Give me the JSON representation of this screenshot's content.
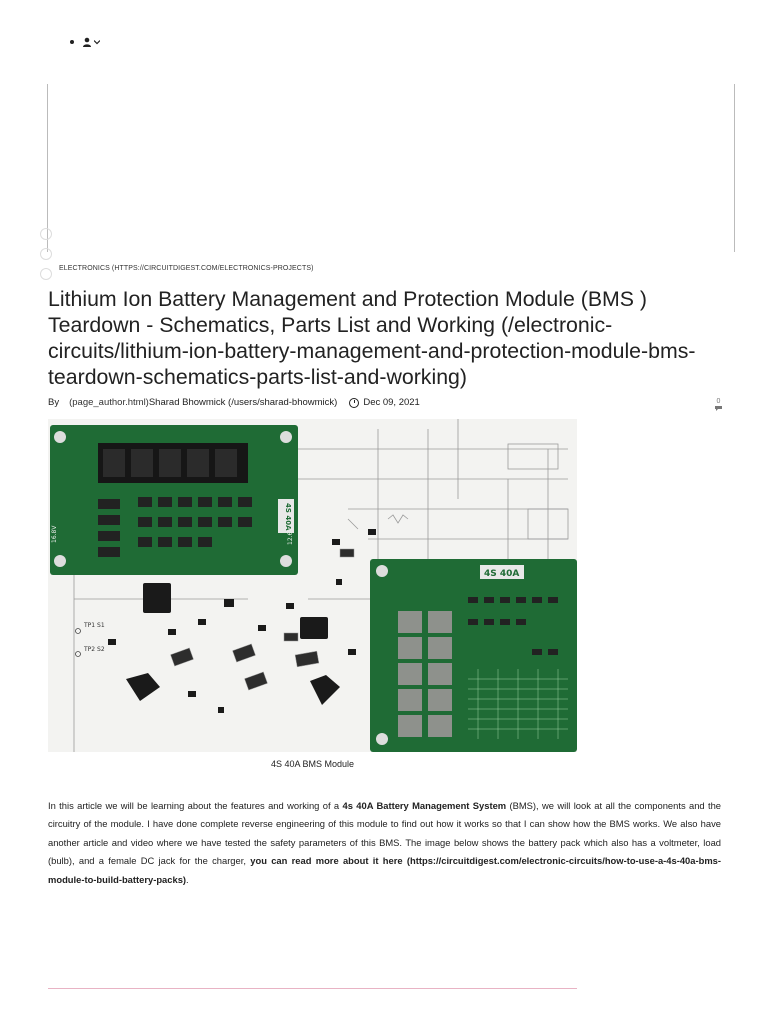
{
  "nav": {
    "menu_label": "•",
    "user_icon": "user-icon",
    "caret": "▾"
  },
  "category": "ELECTRONICS (HTTPS://CIRCUITDIGEST.COM/ELECTRONICS-PROJECTS)",
  "article": {
    "title": "Lithium Ion Battery Management and Protection Module (BMS ) Teardown - Schematics, Parts List and Working (/electronic-circuits/lithium-ion-battery-management-and-protection-module-bms-teardown-schematics-parts-list-and-working)",
    "by": "By",
    "author_img": "(page_author.html)",
    "author": "Sharad Bhowmick (/users/sharad-bhowmick)",
    "date": "Dec 09, 2021",
    "comments": "0",
    "image_caption": "4S 40A BMS Module",
    "body_1": "In this article we will be learning about the features and working of a ",
    "body_bold_1": "4s 40A Battery Management System",
    "body_2": " (BMS), we will look at all the components and the circuitry of the module. I have done complete reverse engineering of this module to find out how it works so that I can show how the BMS works. We also have another article and video where we have tested the safety parameters of this BMS. The image below shows the battery pack which also has a voltmeter, load (bulb), and a female DC jack for the charger, ",
    "body_bold_2": "you can read more about it here (https://circuitdigest.com/electronic-circuits/how-to-use-a-4s-40a-bms-module-to-build-battery-packs)",
    "body_3": "."
  },
  "hero_labels": {
    "board1": "4S 40A",
    "board2": "4S 40A",
    "v1": "16.8V",
    "v2": "12.6V",
    "tp1": "TP1 S1",
    "tp2": "TP2 S2"
  },
  "colors": {
    "pcb": "#1f6b35",
    "pcb_dark": "#154c26",
    "accent_rule": "#e8b3c4"
  }
}
